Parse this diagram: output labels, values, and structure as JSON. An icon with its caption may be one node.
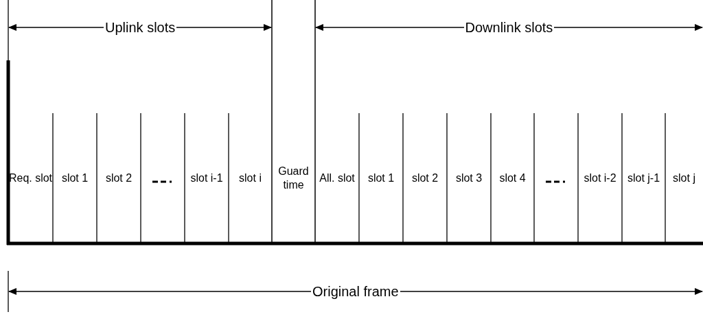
{
  "diagram": {
    "nodes": [
      {
        "text": [
          "Req. slot"
        ]
      },
      {
        "text": [
          "slot 1"
        ]
      },
      {
        "text": [
          "slot 2"
        ]
      },
      {
        "text": [
          "slot i-1"
        ]
      },
      {
        "text": [
          "slot i"
        ]
      },
      {
        "text": [
          "Guard time"
        ]
      },
      {
        "text": [
          "All. slot"
        ]
      },
      {
        "text": [
          "slot 1"
        ]
      },
      {
        "text": [
          "slot 2"
        ]
      },
      {
        "text": [
          "slot 3"
        ]
      },
      {
        "text": [
          "slot 4"
        ]
      },
      {
        "text": [
          "slot i-2"
        ]
      },
      {
        "text": [
          "slot j-1"
        ]
      },
      {
        "text": [
          "slot j"
        ]
      }
    ],
    "labels": [
      "Uplink slots",
      "Downlink slots",
      "Original frame"
    ]
  }
}
